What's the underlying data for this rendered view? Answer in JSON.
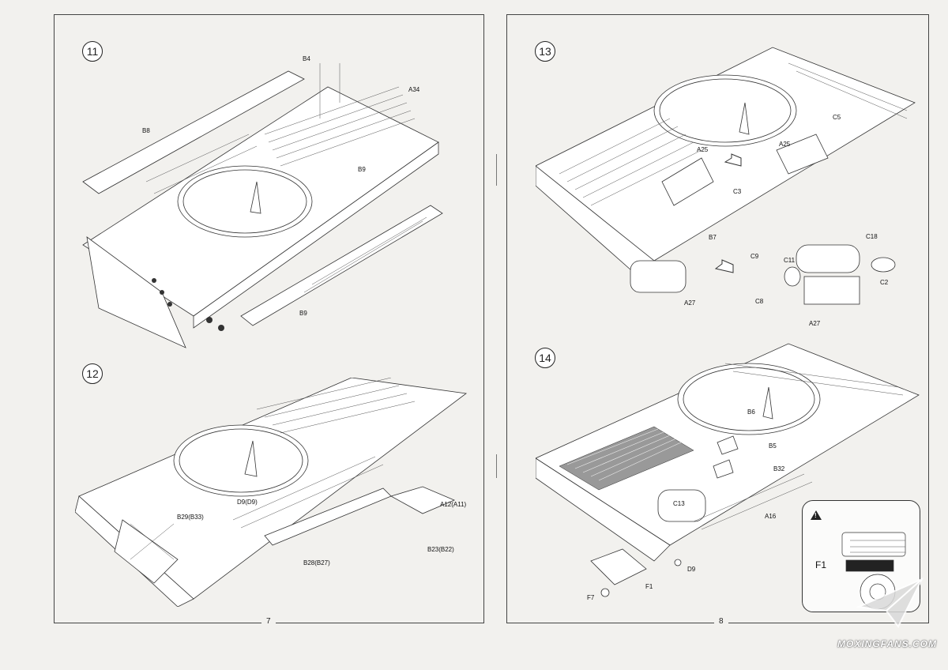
{
  "pages": [
    {
      "number": "7"
    },
    {
      "number": "8"
    }
  ],
  "steps": [
    {
      "number": "11",
      "labels": [
        "B4",
        "A34",
        "B8",
        "B9",
        "B9"
      ]
    },
    {
      "number": "12",
      "labels": [
        "D9(D9)",
        "A12(A11)",
        "B29(B33)",
        "B23(B22)",
        "B28(B27)"
      ]
    },
    {
      "number": "13",
      "labels": [
        "C5",
        "A25",
        "A25",
        "C3",
        "B7",
        "C18",
        "C9",
        "C11",
        "C2",
        "A27",
        "C8",
        "A27"
      ]
    },
    {
      "number": "14",
      "labels": [
        "B6",
        "B5",
        "B32",
        "C13",
        "A16",
        "D9",
        "F1",
        "F7"
      ]
    }
  ],
  "inset": {
    "warning_symbol": "!",
    "label": "F1"
  },
  "watermark": "MOXINGFANS.COM"
}
